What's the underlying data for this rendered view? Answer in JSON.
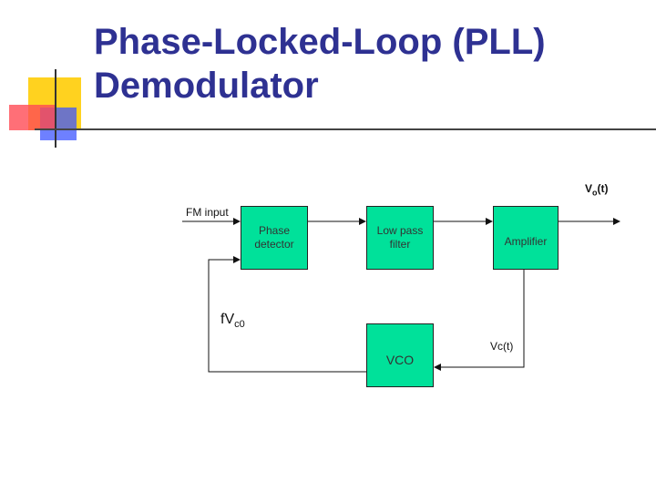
{
  "title": {
    "line1": "Phase-Locked-Loop (PLL)",
    "line2": "Demodulator"
  },
  "colors": {
    "title": "#2e3192",
    "block_fill": "#00e19a",
    "deco_yellow": "#ffd21f",
    "deco_red": "#ff4b55",
    "deco_blue": "#3d56ff"
  },
  "diagram": {
    "input_label": "FM input",
    "output_label": {
      "main": "V",
      "sub": "o",
      "suffix": "(t)"
    },
    "blocks": {
      "phase_detector": {
        "line1": "Phase",
        "line2": "detector"
      },
      "low_pass_filter": {
        "line1": "Low pass",
        "line2": "filter"
      },
      "amplifier": "Amplifier",
      "vco": "VCO"
    },
    "free_running_label": {
      "main": "fV",
      "sub": "c0"
    },
    "control_label": "Vc(t)"
  }
}
